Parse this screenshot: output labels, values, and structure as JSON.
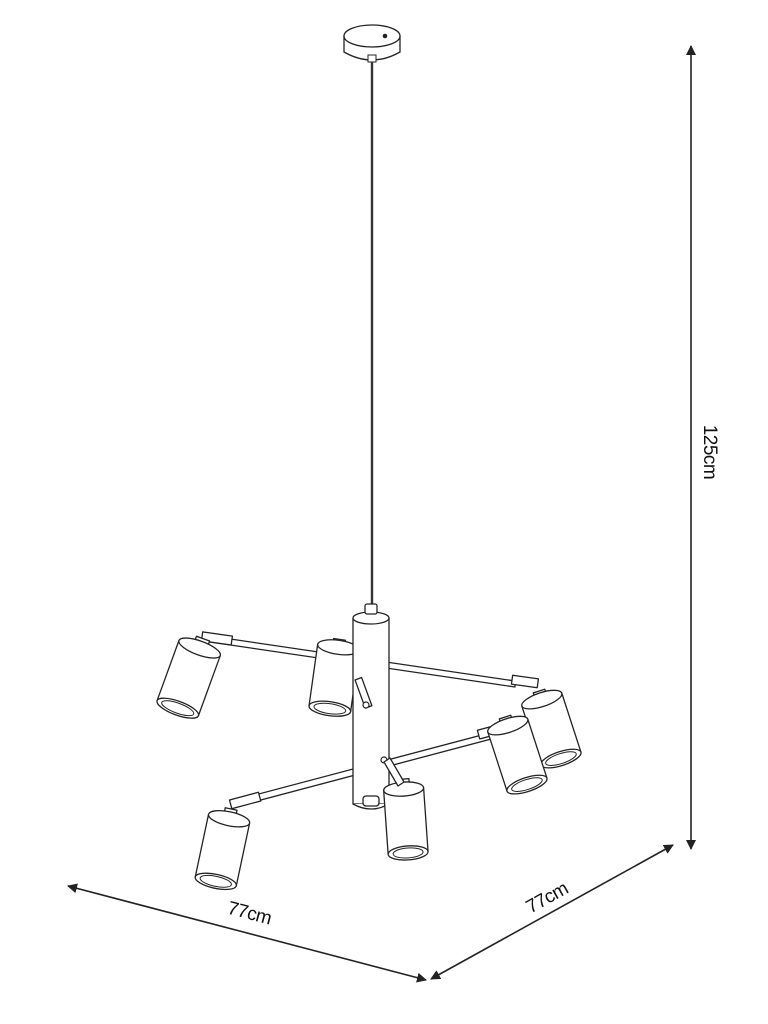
{
  "dimensions": {
    "height": "125cm",
    "width": "77cm",
    "depth": "77cm"
  }
}
